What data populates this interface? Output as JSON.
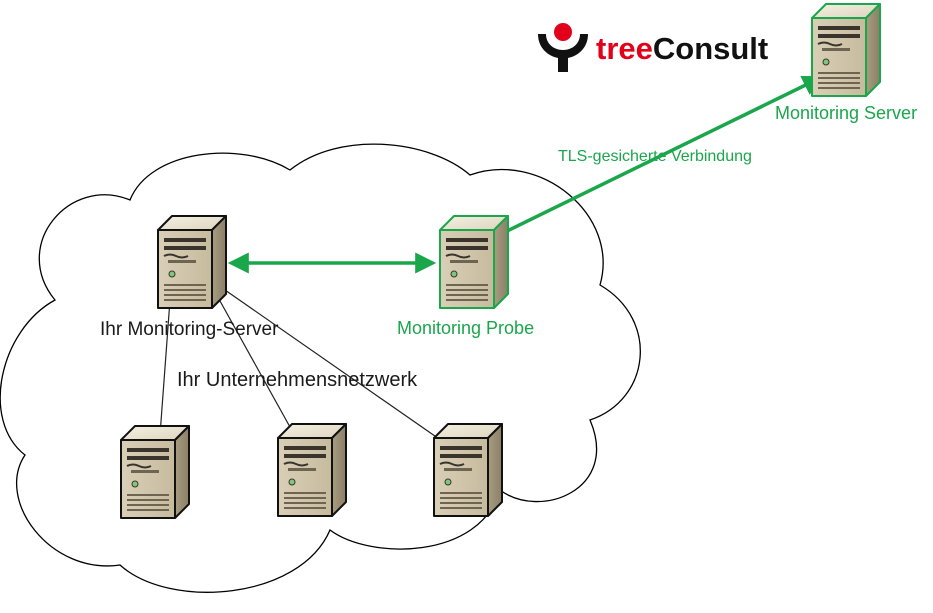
{
  "diagram": {
    "logo": {
      "brand_part1": "tree",
      "brand_part2": "Consult",
      "brand_colors": {
        "red": "#e3001b",
        "black": "#111111"
      },
      "icon": "treeconsult-logo-icon"
    },
    "network_label": "Ihr Unternehmensnetzwerk",
    "nodes": {
      "customer_monitoring_server": {
        "label": "Ihr Monitoring-Server",
        "icon": "server-icon"
      },
      "monitoring_probe": {
        "label": "Monitoring Probe",
        "icon": "server-icon"
      },
      "remote_monitoring_server": {
        "label": "Monitoring Server",
        "icon": "server-icon"
      },
      "client_1": {
        "icon": "server-icon"
      },
      "client_2": {
        "icon": "server-icon"
      },
      "client_3": {
        "icon": "server-icon"
      }
    },
    "connections": {
      "tls_link": {
        "label": "TLS-gesicherte Verbindung"
      }
    },
    "colors": {
      "accent_green": "#1aa64b",
      "cloud_stroke": "#000000",
      "line_dark": "#222222"
    }
  }
}
